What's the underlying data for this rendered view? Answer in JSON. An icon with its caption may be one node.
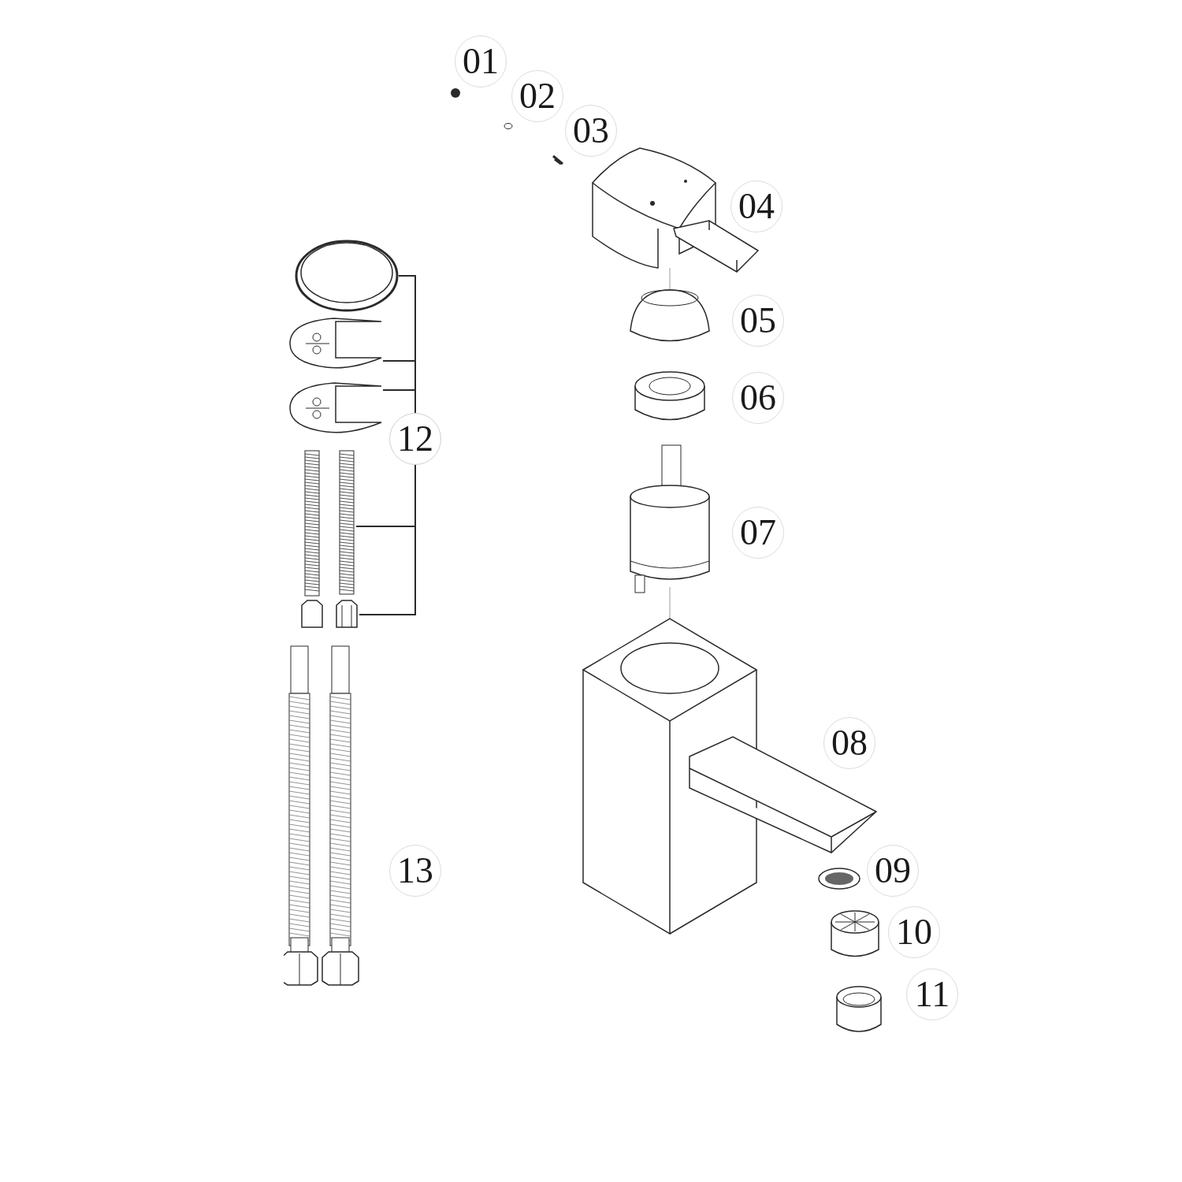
{
  "diagram": {
    "nodes": [
      {
        "text": [
          "12"
        ]
      },
      {
        "text": [],
        "shape": "picture"
      },
      {
        "text": [],
        "shape": "picture"
      },
      {
        "text": [],
        "shape": "picture"
      },
      {
        "text": [],
        "shape": "picture"
      },
      {
        "text": [],
        "shape": "picture"
      }
    ],
    "edges": [
      {
        "from": 0,
        "to": 1,
        "arrow": "none"
      },
      {
        "from": 0,
        "to": 2,
        "arrow": "none"
      },
      {
        "from": 0,
        "to": 3,
        "arrow": "none"
      },
      {
        "from": 0,
        "to": 4,
        "arrow": "none"
      },
      {
        "from": 0,
        "to": 5,
        "arrow": "none"
      }
    ],
    "labels": [
      "01",
      "02",
      "03",
      "04",
      "05",
      "06",
      "07",
      "08",
      "09",
      "10",
      "11",
      "13"
    ]
  }
}
